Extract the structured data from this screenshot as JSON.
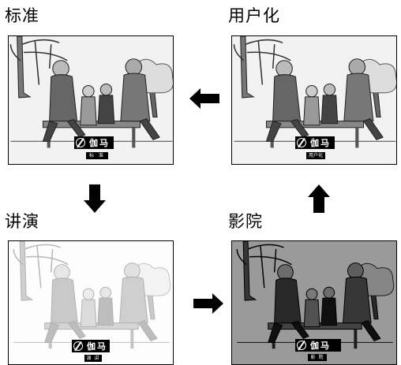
{
  "modes": {
    "standard": {
      "title": "标准",
      "gamma_label": "伽马",
      "tag": "标 准"
    },
    "custom": {
      "title": "用户化",
      "gamma_label": "伽马",
      "tag": "用户化"
    },
    "lecture": {
      "title": "讲演",
      "gamma_label": "伽马",
      "tag": "演 讲"
    },
    "cinema": {
      "title": "影院",
      "gamma_label": "伽马",
      "tag": "影 院"
    }
  },
  "flow": [
    {
      "from": "standard",
      "to": "lecture",
      "direction": "down"
    },
    {
      "from": "lecture",
      "to": "cinema",
      "direction": "right"
    },
    {
      "from": "cinema",
      "to": "custom",
      "direction": "up"
    },
    {
      "from": "custom",
      "to": "standard",
      "direction": "left"
    }
  ]
}
